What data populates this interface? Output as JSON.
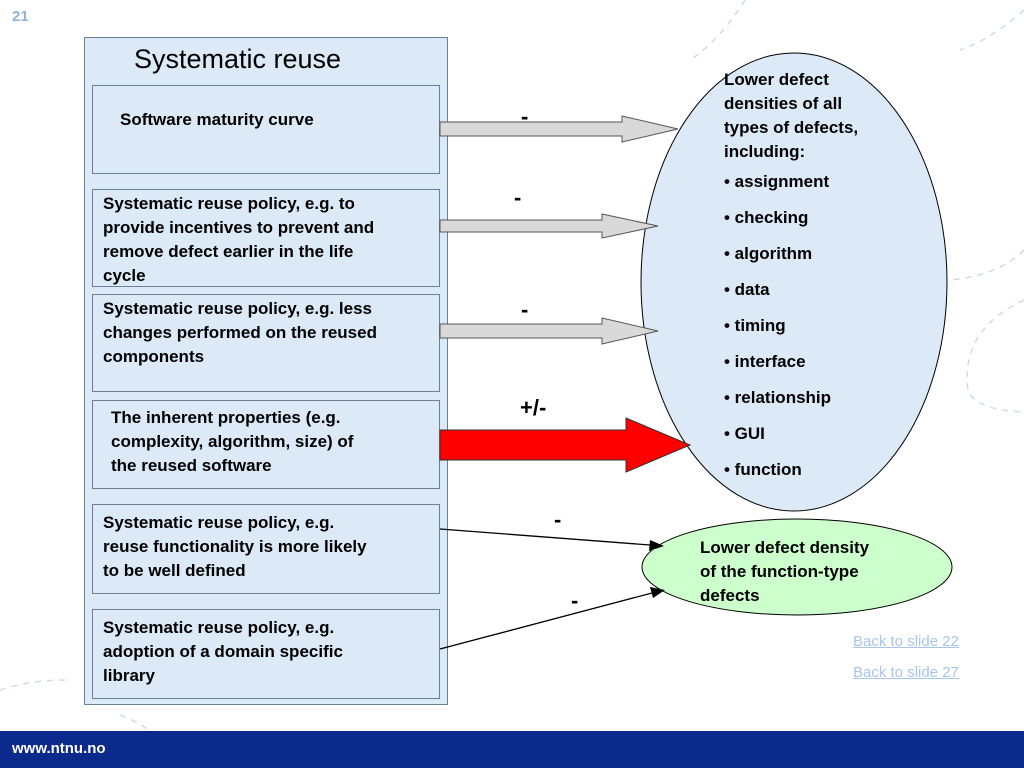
{
  "slide_number": "21",
  "panel_title": "Systematic reuse",
  "factors": [
    {
      "lines": [
        "Software maturity curve"
      ]
    },
    {
      "lines": [
        "Systematic reuse policy, e.g. to",
        "provide incentives to prevent and",
        "remove defect earlier in the life",
        "cycle"
      ]
    },
    {
      "lines": [
        "Systematic reuse policy, e.g. less",
        "changes performed on the reused",
        "components"
      ]
    },
    {
      "lines": [
        "The inherent properties (e.g.",
        "complexity, algorithm, size) of",
        "the reused software"
      ]
    },
    {
      "lines": [
        "Systematic reuse policy, e.g.",
        "reuse functionality is more likely",
        "to be well defined"
      ]
    },
    {
      "lines": [
        "Systematic reuse policy, e.g.",
        "adoption of a domain specific",
        "library"
      ]
    }
  ],
  "signs": [
    "-",
    "-",
    "-",
    "+/-",
    "-",
    "-"
  ],
  "outcome_all": {
    "heading": [
      "Lower defect",
      "densities of all",
      "types of defects,",
      "including:"
    ],
    "items": [
      "• assignment",
      "• checking",
      "• algorithm",
      "• data",
      "• timing",
      "• interface",
      "• relationship",
      "• GUI",
      "• function"
    ]
  },
  "outcome_function": {
    "lines": [
      "Lower defect density",
      "of the function-type",
      "defects"
    ]
  },
  "links": [
    "Back to slide 22",
    "Back to slide 27"
  ],
  "footer": "www.ntnu.no",
  "colors": {
    "panel_fill": "#dce9f7",
    "ellipse_fill": "#dce9f7",
    "green_fill": "#ccffcc",
    "gray_arrow": "#d9d9d9",
    "red_arrow": "#ff0000",
    "footer_bg": "#0c2a8c",
    "link": "#a9c4e8"
  }
}
